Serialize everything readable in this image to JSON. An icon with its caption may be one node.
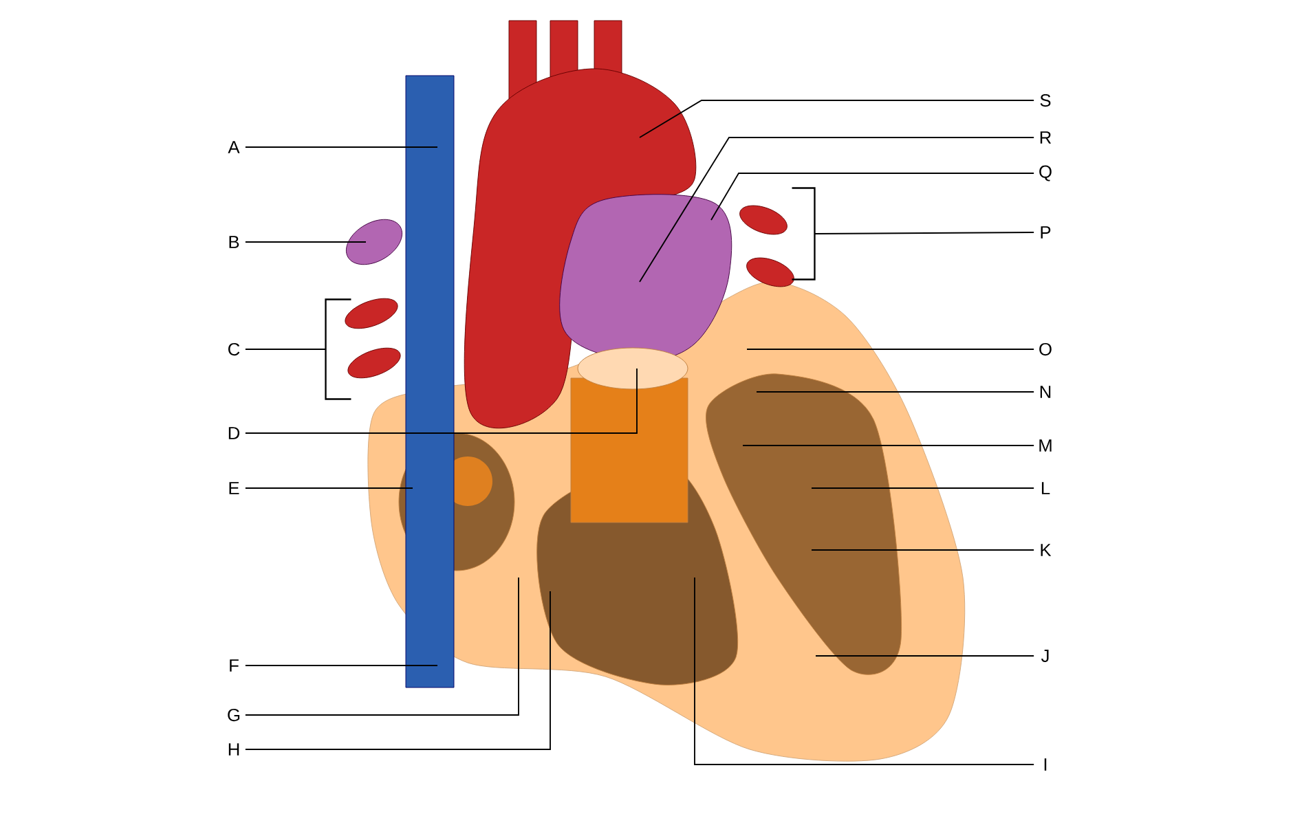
{
  "diagram": {
    "nodes": [
      {
        "text": [
          "A"
        ]
      },
      {
        "text": [
          "B"
        ]
      },
      {
        "text": [
          "C"
        ]
      },
      {
        "text": [
          "D"
        ]
      },
      {
        "text": [
          "E"
        ]
      },
      {
        "text": [
          "F"
        ]
      },
      {
        "text": [
          "G"
        ]
      },
      {
        "text": [
          "H"
        ]
      },
      {
        "text": [
          "I"
        ]
      },
      {
        "text": [
          "J"
        ]
      },
      {
        "text": [
          "K"
        ]
      },
      {
        "text": [
          "L"
        ]
      },
      {
        "text": [
          "M"
        ]
      },
      {
        "text": [
          "N"
        ]
      },
      {
        "text": [
          "O"
        ]
      },
      {
        "text": [
          "P"
        ]
      },
      {
        "text": [
          "Q"
        ]
      },
      {
        "text": [
          "R"
        ]
      },
      {
        "text": [
          "S"
        ]
      },
      {
        "text": [],
        "shape": "bracket"
      },
      {
        "text": [],
        "shape": "bracket"
      }
    ],
    "edges": [
      {
        "from": 0,
        "to": null,
        "arrow": "none"
      },
      {
        "from": 1,
        "to": null,
        "arrow": "none"
      },
      {
        "from": 2,
        "to": 19,
        "arrow": "none"
      },
      {
        "from": 3,
        "to": null,
        "arrow": "none"
      },
      {
        "from": 4,
        "to": null,
        "arrow": "none"
      },
      {
        "from": 5,
        "to": null,
        "arrow": "none"
      },
      {
        "from": 6,
        "to": null,
        "arrow": "none"
      },
      {
        "from": 7,
        "to": null,
        "arrow": "none"
      },
      {
        "from": 8,
        "to": null,
        "arrow": "none"
      },
      {
        "from": 9,
        "to": null,
        "arrow": "none"
      },
      {
        "from": 10,
        "to": null,
        "arrow": "none"
      },
      {
        "from": 11,
        "to": null,
        "arrow": "none"
      },
      {
        "from": 12,
        "to": null,
        "arrow": "none"
      },
      {
        "from": 13,
        "to": null,
        "arrow": "none"
      },
      {
        "from": 14,
        "to": null,
        "arrow": "none"
      },
      {
        "from": 15,
        "to": 20,
        "arrow": "none"
      },
      {
        "from": 16,
        "to": null,
        "arrow": "none"
      },
      {
        "from": 17,
        "to": null,
        "arrow": "none"
      },
      {
        "from": 18,
        "to": null,
        "arrow": "none"
      }
    ]
  }
}
